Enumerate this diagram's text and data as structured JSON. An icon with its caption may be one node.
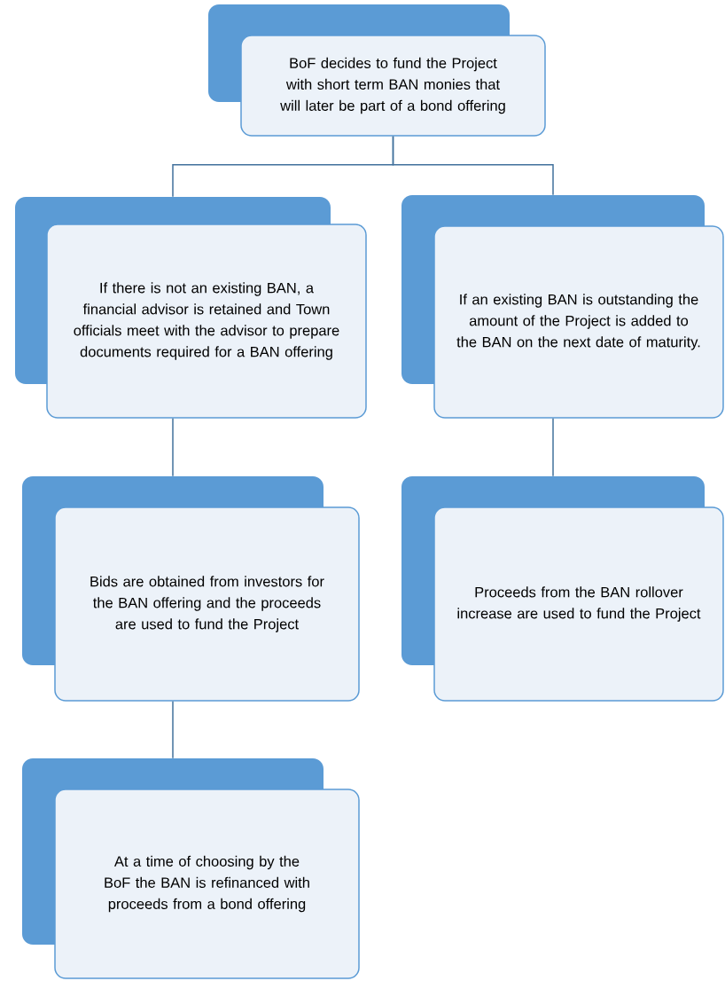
{
  "diagram": {
    "nodes": [
      {
        "text": [
          "BoF decides to fund the Project with short term BAN monies that will later be part of a bond offering"
        ]
      },
      {
        "text": [
          "If there is not an existing BAN, a financial advisor is retained and Town officials meet with the advisor to prepare documents required for a BAN offering"
        ]
      },
      {
        "text": [
          "If an existing BAN is outstanding the amount of the Project is added to the BAN on the next date of maturity."
        ]
      },
      {
        "text": [
          "Bids are obtained from investors for the BAN offering and the proceeds are used to fund the Project"
        ]
      },
      {
        "text": [
          "Proceeds from the BAN rollover increase are used to fund the Project"
        ]
      },
      {
        "text": [
          "At a time of choosing by the BoF the BAN is refinanced with proceeds from a bond offering"
        ]
      }
    ],
    "edges": [
      {
        "from": 0,
        "to": 1,
        "arrow": "none"
      },
      {
        "from": 0,
        "to": 2,
        "arrow": "none"
      },
      {
        "from": 1,
        "to": 3,
        "arrow": "none"
      },
      {
        "from": 2,
        "to": 4,
        "arrow": "none"
      },
      {
        "from": 3,
        "to": 5,
        "arrow": "none"
      }
    ]
  }
}
